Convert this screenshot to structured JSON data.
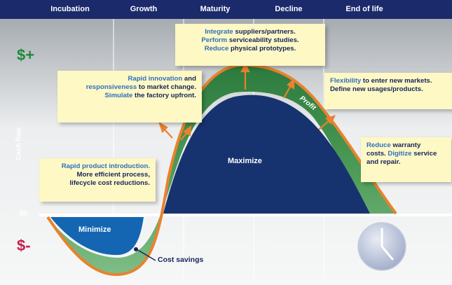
{
  "phases": [
    "Incubation",
    "Growth",
    "Maturity",
    "Decline",
    "End of life"
  ],
  "y_axis": {
    "label": "Cash flow",
    "plus_symbol": "$+",
    "minus_symbol": "$-",
    "zero_label": "$0"
  },
  "regions": {
    "maximize": "Maximize",
    "minimize": "Minimize",
    "profit": "Profit",
    "cost_savings": "Cost savings"
  },
  "callouts": {
    "introduction": {
      "line1_hl": "Rapid product introduction.",
      "line2": "More efficient process,",
      "line3": "lifecycle cost reductions."
    },
    "innovation": {
      "line1_hl": "Rapid innovation",
      "line1_rest": " and",
      "line2_hl": "responsiveness",
      "line2_rest": " to market change.",
      "line3_hl": "Simulate",
      "line3_rest": " the factory upfront."
    },
    "integrate": {
      "line1_hl": "Integrate",
      "line1_rest": " suppliers/partners.",
      "line2_hl": "Perform",
      "line2_rest": " serviceability studies.",
      "line3_hl": "Reduce",
      "line3_rest": " physical prototypes."
    },
    "flexibility": {
      "line1_hl": "Flexibility",
      "line1_rest": " to enter new markets.",
      "line2": "Define new usages/products."
    },
    "warranty": {
      "line1_hl": "Reduce",
      "line1_rest": " warranty",
      "line2": "costs. ",
      "line2_hl": "Digitize",
      "line2_rest": " service",
      "line3": "and repair."
    }
  },
  "colors": {
    "header_bar": "#1b2a6b",
    "maximize_fill": "#17336f",
    "minimize_fill": "#1466b3",
    "profit_band": "#2f7a3e",
    "curve": "#e8822e",
    "callout_bg": "#fdf8c4",
    "dollar_plus": "#1c8a3a",
    "dollar_minus": "#c41f4c"
  },
  "icons": {
    "clock": "clock-icon"
  }
}
